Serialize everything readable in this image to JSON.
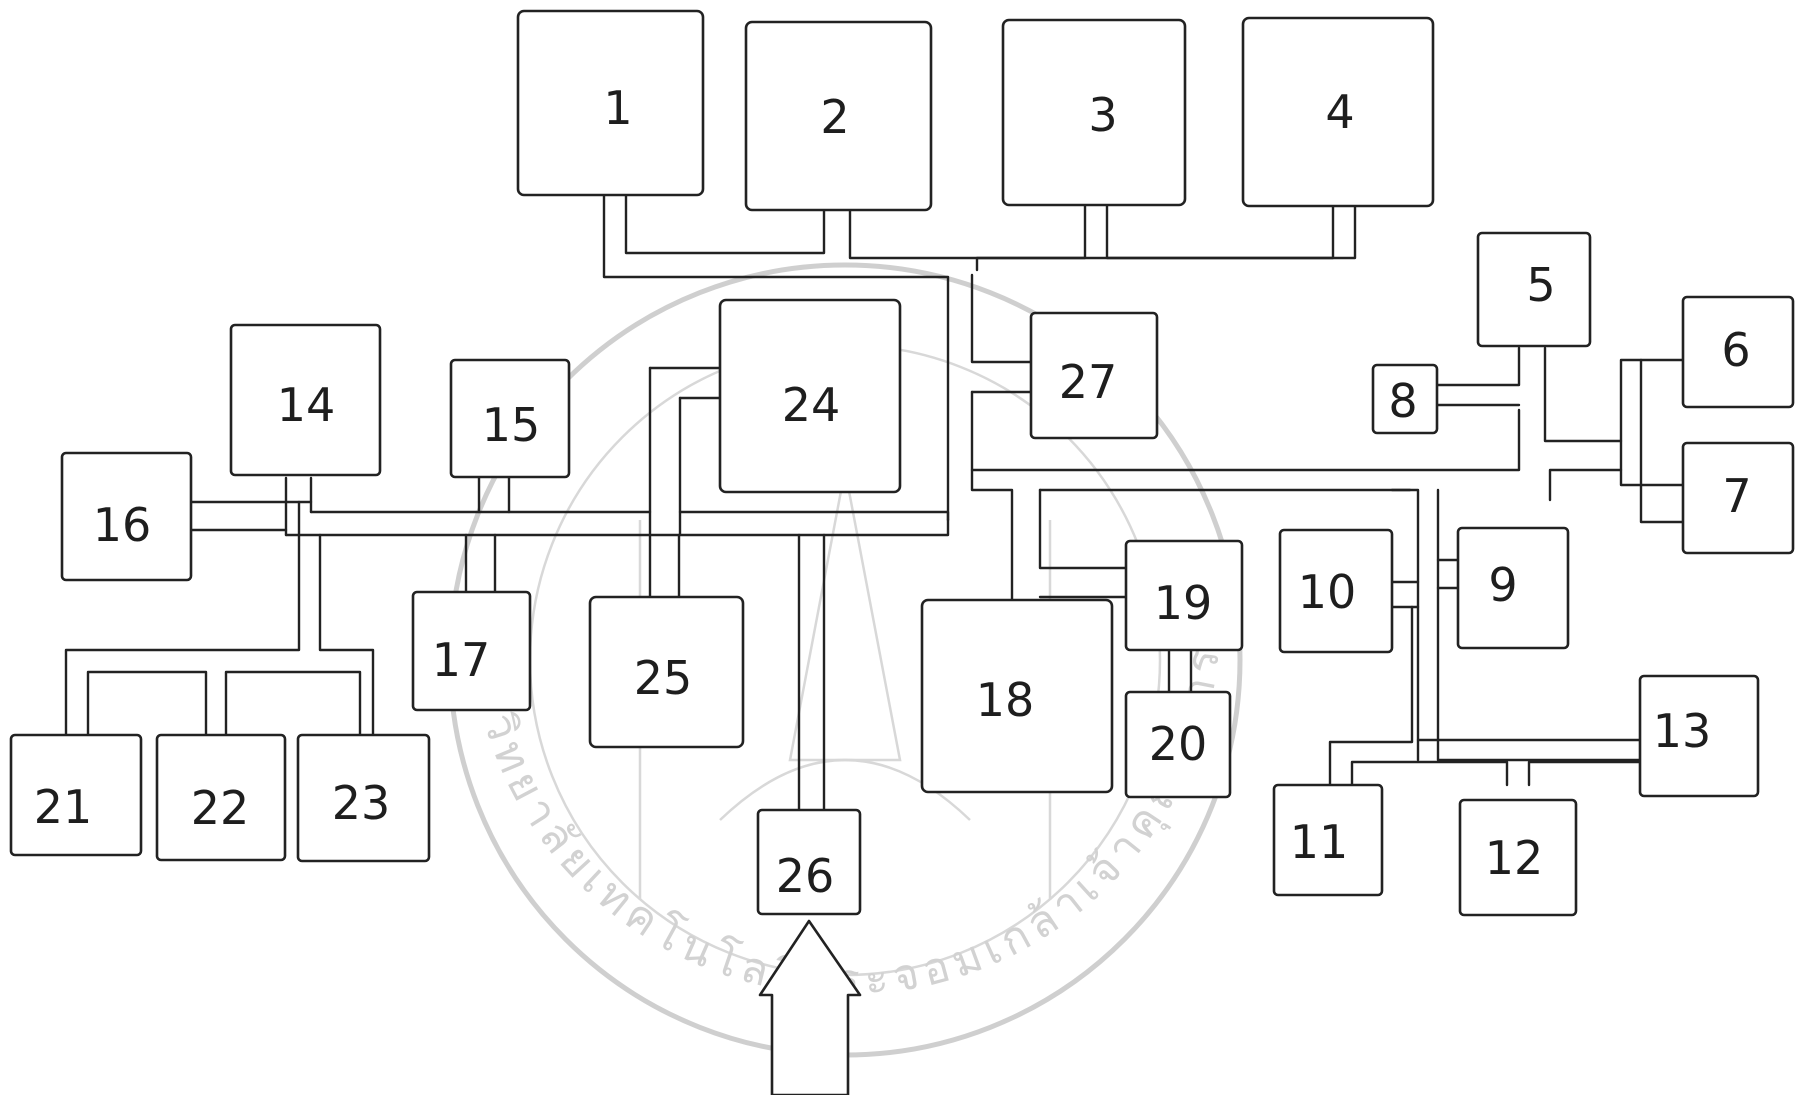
{
  "diagram": {
    "blocks": [
      {
        "id": "b1",
        "label": "1"
      },
      {
        "id": "b2",
        "label": "2"
      },
      {
        "id": "b3",
        "label": "3"
      },
      {
        "id": "b4",
        "label": "4"
      },
      {
        "id": "b5",
        "label": "5"
      },
      {
        "id": "b6",
        "label": "6"
      },
      {
        "id": "b7",
        "label": "7"
      },
      {
        "id": "b8",
        "label": "8"
      },
      {
        "id": "b9",
        "label": "9"
      },
      {
        "id": "b10",
        "label": "10"
      },
      {
        "id": "b11",
        "label": "11"
      },
      {
        "id": "b12",
        "label": "12"
      },
      {
        "id": "b13",
        "label": "13"
      },
      {
        "id": "b14",
        "label": "14"
      },
      {
        "id": "b15",
        "label": "15"
      },
      {
        "id": "b16",
        "label": "16"
      },
      {
        "id": "b17",
        "label": "17"
      },
      {
        "id": "b18",
        "label": "18"
      },
      {
        "id": "b19",
        "label": "19"
      },
      {
        "id": "b20",
        "label": "20"
      },
      {
        "id": "b21",
        "label": "21"
      },
      {
        "id": "b22",
        "label": "22"
      },
      {
        "id": "b23",
        "label": "23"
      },
      {
        "id": "b24",
        "label": "24"
      },
      {
        "id": "b25",
        "label": "25"
      },
      {
        "id": "b26",
        "label": "26"
      },
      {
        "id": "b27",
        "label": "27"
      }
    ],
    "input_arrow": {
      "icon": "up-arrow-icon"
    }
  },
  "watermark": {
    "icon": "university-seal-watermark",
    "text": "มหาวิทยาลัยเทคโนโลยีพระจอมเกล้าเจ้าคุณทหารลาดกระบัง"
  }
}
